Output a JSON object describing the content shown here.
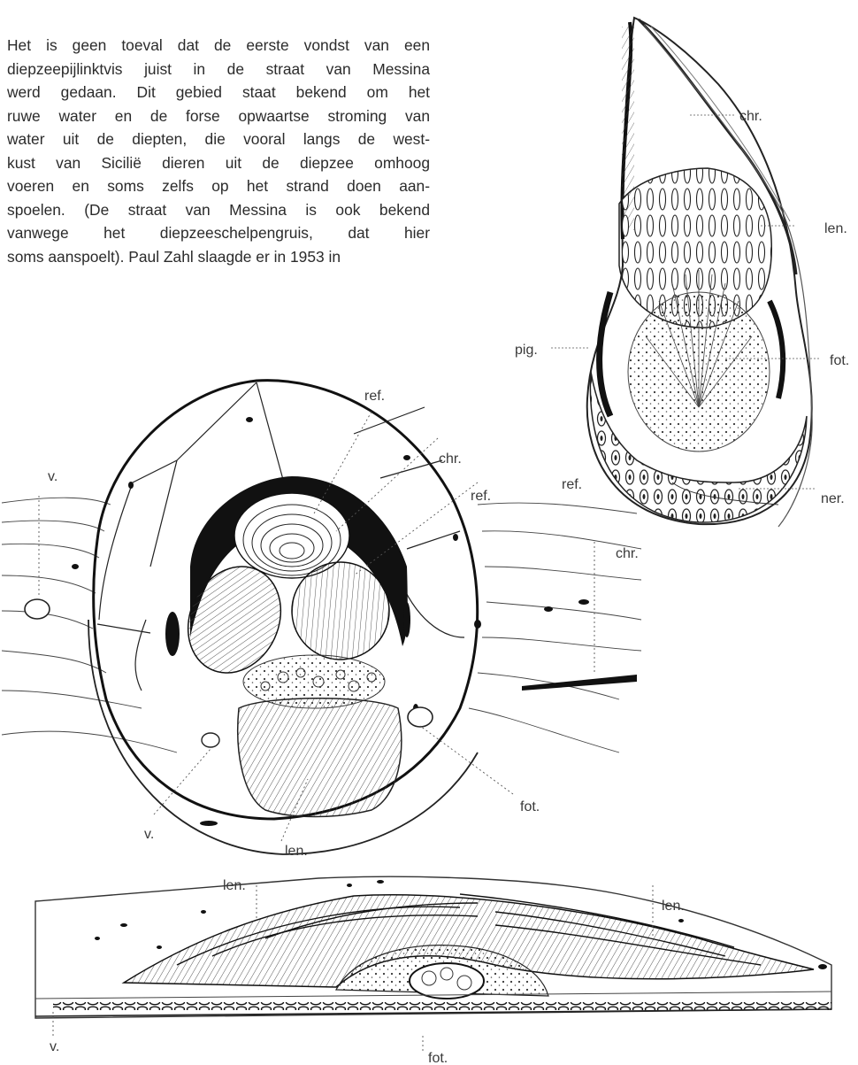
{
  "paragraph_lines": [
    "Het is geen toeval dat de eerste vondst van een",
    "diepzeepijlinktvis juist in de straat van Messina",
    "werd gedaan. Dit gebied staat bekend om het",
    "ruwe water en de forse opwaartse stroming van",
    "water uit de diepten, die vooral langs de west-",
    "kust van Sicilië dieren uit de diepzee omhoog",
    "voeren en soms zelfs op het strand doen aan-",
    "spoelen. (De straat van Messina is ook bekend",
    "vanwege het diepzeeschelpengruis, dat hier",
    "soms aanspoelt). Paul Zahl slaagde er in 1953 in"
  ],
  "figure_top_right": {
    "labels": {
      "chr": "chr.",
      "len": "len.",
      "pig": "pig.",
      "fot": "fot.",
      "ref": "ref.",
      "ner": "ner."
    }
  },
  "figure_middle": {
    "labels": {
      "ref_top": "ref.",
      "chr_top": "chr.",
      "ref_right": "ref.",
      "v_left": "v.",
      "chr_right": "chr.",
      "fot": "fot.",
      "v_bottom": "v.",
      "len": "len."
    }
  },
  "figure_bottom": {
    "labels": {
      "len_left": "len.",
      "len_right": "len.",
      "v": "v.",
      "fot": "fot."
    }
  },
  "colors": {
    "ink": "#1a1a1a",
    "text": "#2b2b2b"
  }
}
